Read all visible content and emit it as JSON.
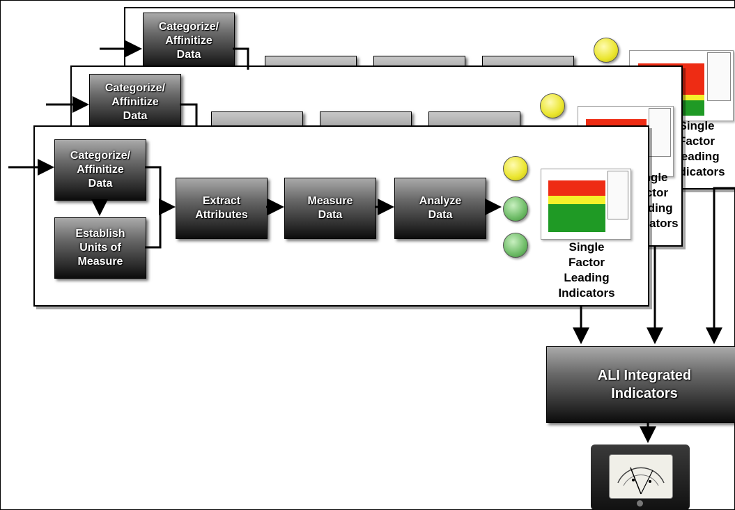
{
  "panels": {
    "back": {
      "categorize": "Categorize/\nAffinitize\nData",
      "label": "Single\nFactor\nLeading\nIndicators"
    },
    "middle": {
      "categorize": "Categorize/\nAffinitize\nData",
      "label": "Single\nFactor\nLeading\nIndicators"
    },
    "front": {
      "categorize": "Categorize/\nAffinitize\nData",
      "establish": "Establish\nUnits of\nMeasure",
      "extract": "Extract\nAttributes",
      "measure": "Measure\nData",
      "analyze": "Analyze\nData",
      "label": "Single\nFactor\nLeading\nIndicators"
    }
  },
  "integrated": "ALI Integrated\nIndicators",
  "colors": {
    "yellow": "#f2ee3a",
    "green": "#5fb35a",
    "red": "#ee2c14",
    "chart_green": "#1f9a25",
    "chart_yellow": "#f5f12a"
  },
  "icons": [
    "status-light-icon",
    "chart-thumbnail",
    "analog-meter-icon"
  ]
}
